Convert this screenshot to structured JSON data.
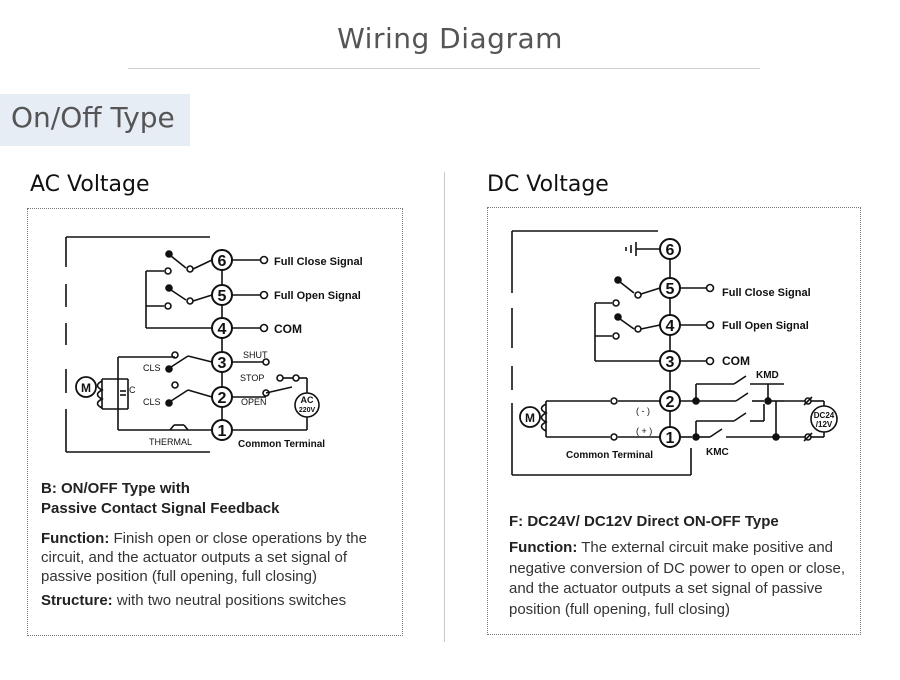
{
  "page": {
    "title": "Wiring Diagram",
    "type_label": "On/Off Type"
  },
  "ac": {
    "heading": "AC Voltage",
    "terminals": [
      "6",
      "5",
      "4",
      "3",
      "2",
      "1"
    ],
    "labels": {
      "full_close": "Full Close Signal",
      "full_open": "Full Open Signal",
      "com": "COM",
      "shut": "SHUT",
      "stop": "STOP",
      "open": "OPEN",
      "cls1": "CLS",
      "cls2": "CLS",
      "c": "C",
      "thermal": "THERMAL",
      "common": "Common Terminal",
      "motor": "M",
      "supply_line1": "AC",
      "supply_line2": "220V"
    },
    "caption_title_line1": "B: ON/OFF Type with",
    "caption_title_line2": "Passive Contact Signal Feedback",
    "function_label": "Function:",
    "function_text": " Finish open or close operations by the circuit, and  the actuator outputs a set signal of passive position (full opening, full closing)",
    "structure_label": "Structure:",
    "structure_text": " with two neutral positions switches"
  },
  "dc": {
    "heading": "DC Voltage",
    "terminals": [
      "6",
      "5",
      "4",
      "3",
      "2",
      "1"
    ],
    "labels": {
      "full_close": "Full Close Signal",
      "full_open": "Full Open Signal",
      "com": "COM",
      "kmd": "KMD",
      "kmc": "KMC",
      "minus": "( - )",
      "plus": "( + )",
      "common": "Common Terminal",
      "motor": "M",
      "supply_line1": "DC24",
      "supply_line2": "/12V"
    },
    "caption_title": "F: DC24V/ DC12V Direct ON-OFF Type",
    "function_label": "Function:",
    "function_text": " The external circuit make positive and negative conversion of DC power to open or close, and the actuator outputs a set signal of passive position (full opening, full closing)"
  }
}
